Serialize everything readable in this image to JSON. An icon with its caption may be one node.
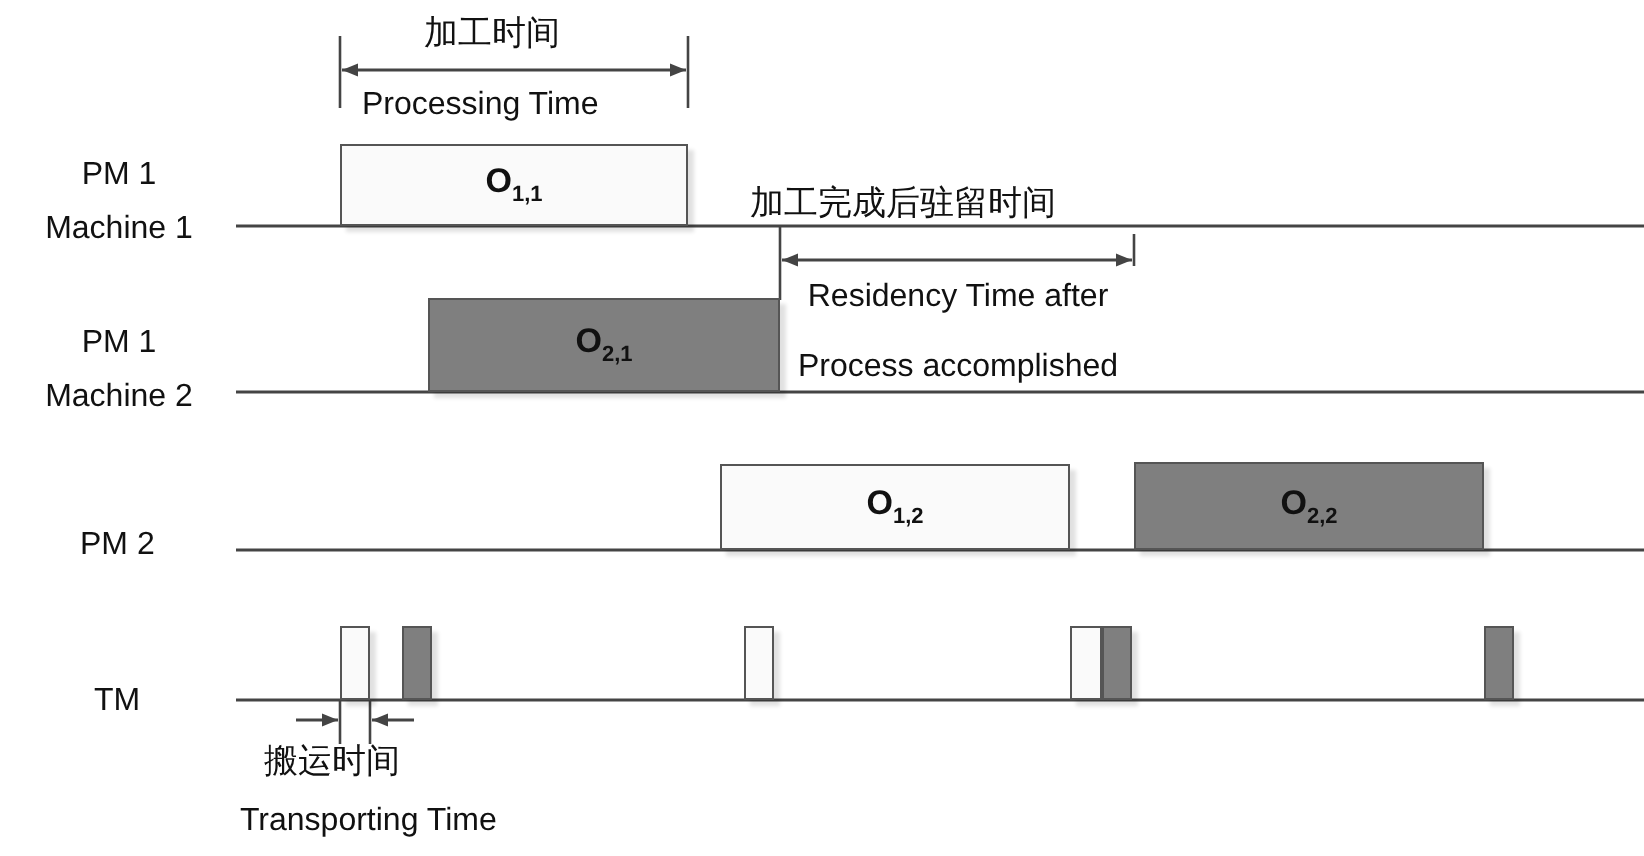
{
  "diagram": {
    "nodes": [
      {
        "text": [
          "O$_{1,1}$"
        ]
      },
      {
        "text": [
          "O$_{2,1}$"
        ]
      },
      {
        "text": [
          "O$_{1,2}$"
        ]
      },
      {
        "text": [
          "O$_{2,2}$"
        ]
      },
      {
        "text": [],
        "shape": "bar"
      },
      {
        "text": [],
        "shape": "bar"
      },
      {
        "text": [],
        "shape": "bar"
      },
      {
        "text": [],
        "shape": "bar"
      },
      {
        "text": [],
        "shape": "bar"
      },
      {
        "text": [],
        "shape": "bar"
      }
    ],
    "edges": [],
    "labels": [
      "加工时间",
      "Processing Time",
      "PM 1 Machine 1",
      "加工完成后驻留时间",
      "Residency Time after Process accomplished",
      "PM 1 Machine 2",
      "PM 2",
      "TM",
      "搬运时间",
      "Transporting Time"
    ]
  }
}
